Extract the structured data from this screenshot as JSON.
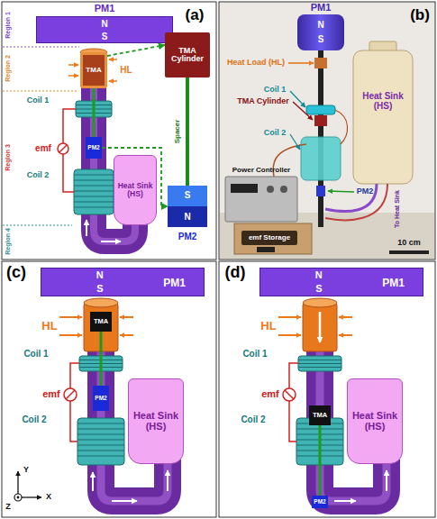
{
  "diagram": {
    "nodes": [
      {
        "text": [
          "PM1",
          "N",
          "S"
        ]
      },
      {
        "text": [
          "TMA"
        ]
      },
      {
        "text": [
          "TMA Cylinder"
        ]
      },
      {
        "text": [
          "PM2"
        ]
      },
      {
        "text": [
          "Heat Sink (HS)"
        ]
      },
      {
        "text": [
          "S",
          "N",
          "PM2"
        ]
      },
      {
        "text": [
          "PM1",
          "N",
          "S"
        ]
      },
      {
        "text": [
          "emf Storage"
        ]
      },
      {
        "text": [
          "N",
          "S",
          "PM1"
        ]
      },
      {
        "text": [
          "TMA"
        ]
      },
      {
        "text": [
          "PM2"
        ]
      },
      {
        "text": [
          "Heat Sink (HS)"
        ]
      },
      {
        "text": [
          "N",
          "S",
          "PM1"
        ]
      },
      {
        "text": [
          "TMA"
        ]
      },
      {
        "text": [
          "PM2"
        ]
      },
      {
        "text": [
          "Heat Sink (HS)"
        ]
      }
    ],
    "edges": [
      {
        "from": 1,
        "to": 2,
        "arrow": "to"
      },
      {
        "from": 3,
        "to": 5,
        "arrow": "to"
      },
      {
        "from": 2,
        "to": 5,
        "label": "Spacer",
        "arrow": "none"
      },
      {
        "from": 1,
        "to": 3,
        "arrow": "none"
      },
      {
        "from": 9,
        "to": 10,
        "arrow": "none"
      },
      {
        "from": 13,
        "to": 14,
        "arrow": "none"
      }
    ],
    "labels": [
      "(a)",
      "Region 1",
      "Region 2",
      "Region 3",
      "Region 4",
      "HL",
      "Coil 1",
      "Coil 2",
      "emf",
      "(b)",
      "Heat Load (HL)",
      "Coil 1",
      "TMA Cylinder",
      "Heat Sink (HS)",
      "Coil 2",
      "Power Controller",
      "PM2",
      "To Heat Sink",
      "10 cm",
      "(c)",
      "HL",
      "Coil 1",
      "Coil 2",
      "emf",
      "Y",
      "Z",
      "X",
      "(d)",
      "HL",
      "Coil 1",
      "Coil 2",
      "emf"
    ]
  }
}
